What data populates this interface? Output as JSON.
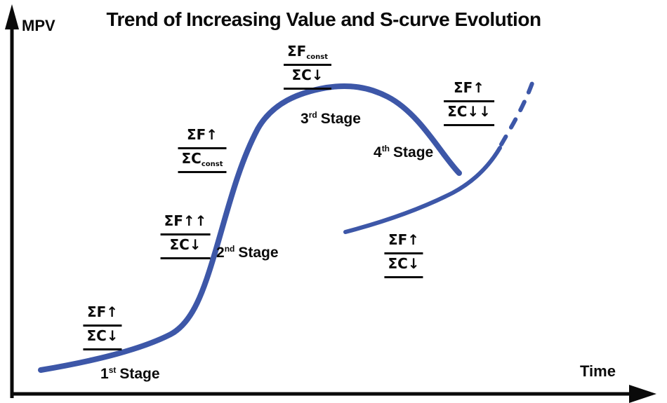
{
  "title": "Trend of Increasing Value and S-curve Evolution",
  "axes": {
    "y_label": "MPV",
    "x_label": "Time"
  },
  "colors": {
    "curve_blue": "#3d57a8",
    "ink": "#0a0a0a",
    "bg": "#ffffff"
  },
  "stages": [
    {
      "number": "1",
      "ordinal": "st",
      "word": "Stage"
    },
    {
      "number": "2",
      "ordinal": "nd",
      "word": "Stage"
    },
    {
      "number": "3",
      "ordinal": "rd",
      "word": "Stage"
    },
    {
      "number": "4",
      "ordinal": "th",
      "word": "Stage"
    }
  ],
  "fractions": {
    "stage1": {
      "numerator": "ΣF↑",
      "numerator_sub": "",
      "denominator": "ΣC↓",
      "denominator_sub": ""
    },
    "stage2": {
      "numerator": "ΣF↑↑",
      "numerator_sub": "",
      "denominator": "ΣC↓",
      "denominator_sub": ""
    },
    "transition23": {
      "numerator": "ΣF↑",
      "numerator_sub": "",
      "denominator": "ΣC",
      "denominator_sub": "const"
    },
    "stage3": {
      "numerator": "ΣF",
      "numerator_sub": "const",
      "denominator": "ΣC↓",
      "denominator_sub": ""
    },
    "stage4": {
      "numerator": "ΣF↑",
      "numerator_sub": "",
      "denominator": "ΣC↓↓",
      "denominator_sub": ""
    },
    "next_curve": {
      "numerator": "ΣF↑",
      "numerator_sub": "",
      "denominator": "ΣC↓",
      "denominator_sub": ""
    }
  }
}
